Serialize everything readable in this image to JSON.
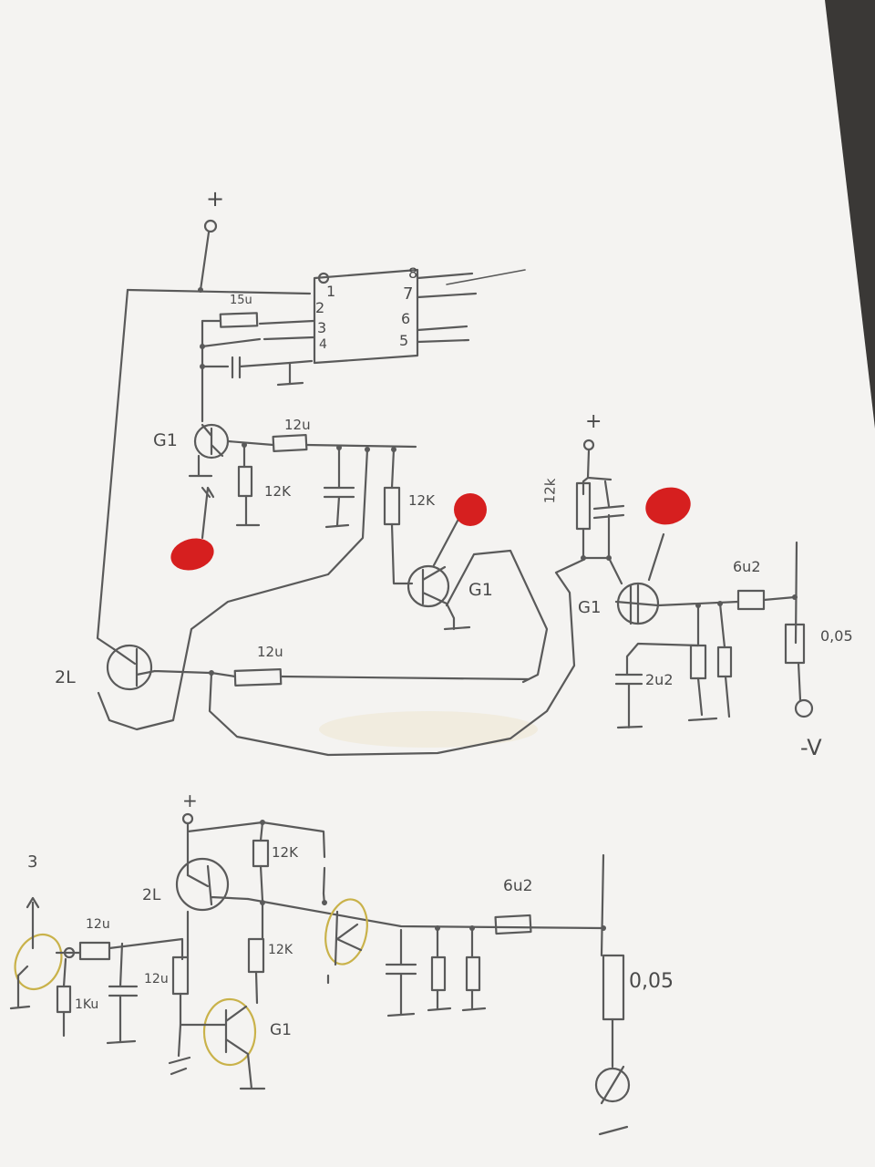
{
  "colors": {
    "paper": "#f4f3f1",
    "pencil": "#5a5a5a",
    "red_marker": "#d61f1f",
    "yellow_marker": "#c9b24a",
    "background": "#3a3836"
  },
  "upper_circuit": {
    "supply": "+",
    "ic_pins_left": [
      "1",
      "2",
      "3",
      "4"
    ],
    "ic_pins_right": [
      "8",
      "7",
      "6",
      "5"
    ],
    "resistor_pin2_3": "15u",
    "transistor_a": "G1",
    "resistor_series": "12u",
    "resistor_shunt": "12K",
    "resistor_collector": "12K",
    "transistor_b": "G1",
    "transistor_c": "2L",
    "resistor_bottom": "12u"
  },
  "right_circuit": {
    "supply": "+",
    "resistor_top": "12k",
    "transistor": "G1",
    "resistor_series": "6u2",
    "resistor_shunt": "2u2",
    "shunt": "0,05",
    "minus": "-V"
  },
  "bottom_circuit": {
    "supply": "+",
    "left_transistor_label": "3",
    "resistor_input": "12u",
    "resistor_input_shunt": "1Ku",
    "transistor_top": "2L",
    "resistor_top": "12K",
    "resistor_mid": "12K",
    "resistor_left_mid": "12u",
    "transistor_bottom": "G1",
    "resistor_series": "6u2",
    "shunt": "0,05"
  }
}
